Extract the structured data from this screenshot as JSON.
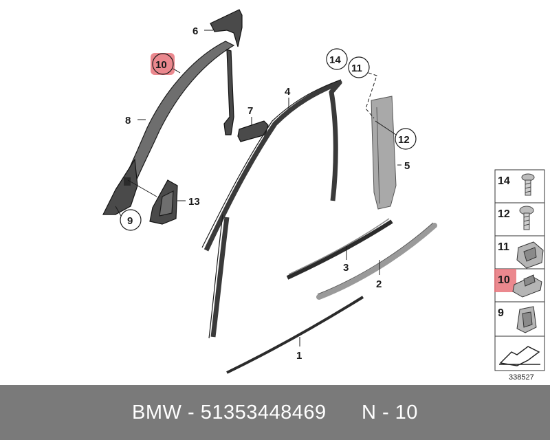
{
  "diagram": {
    "callouts": {
      "c1": "1",
      "c2": "2",
      "c3": "3",
      "c4": "4",
      "c5": "5",
      "c6": "6",
      "c7": "7",
      "c8": "8",
      "c9": "9",
      "c10": "10",
      "c11": "11",
      "c12": "12",
      "c13": "13",
      "c14": "14"
    },
    "legend": {
      "l14": "14",
      "l12": "12",
      "l11": "11",
      "l10": "10",
      "l9": "9"
    },
    "reference_number": "338527",
    "highlight_color": "#e8737a"
  },
  "footer": {
    "brand": "BMW",
    "part_number": "51353448469",
    "position": "N - 10"
  }
}
